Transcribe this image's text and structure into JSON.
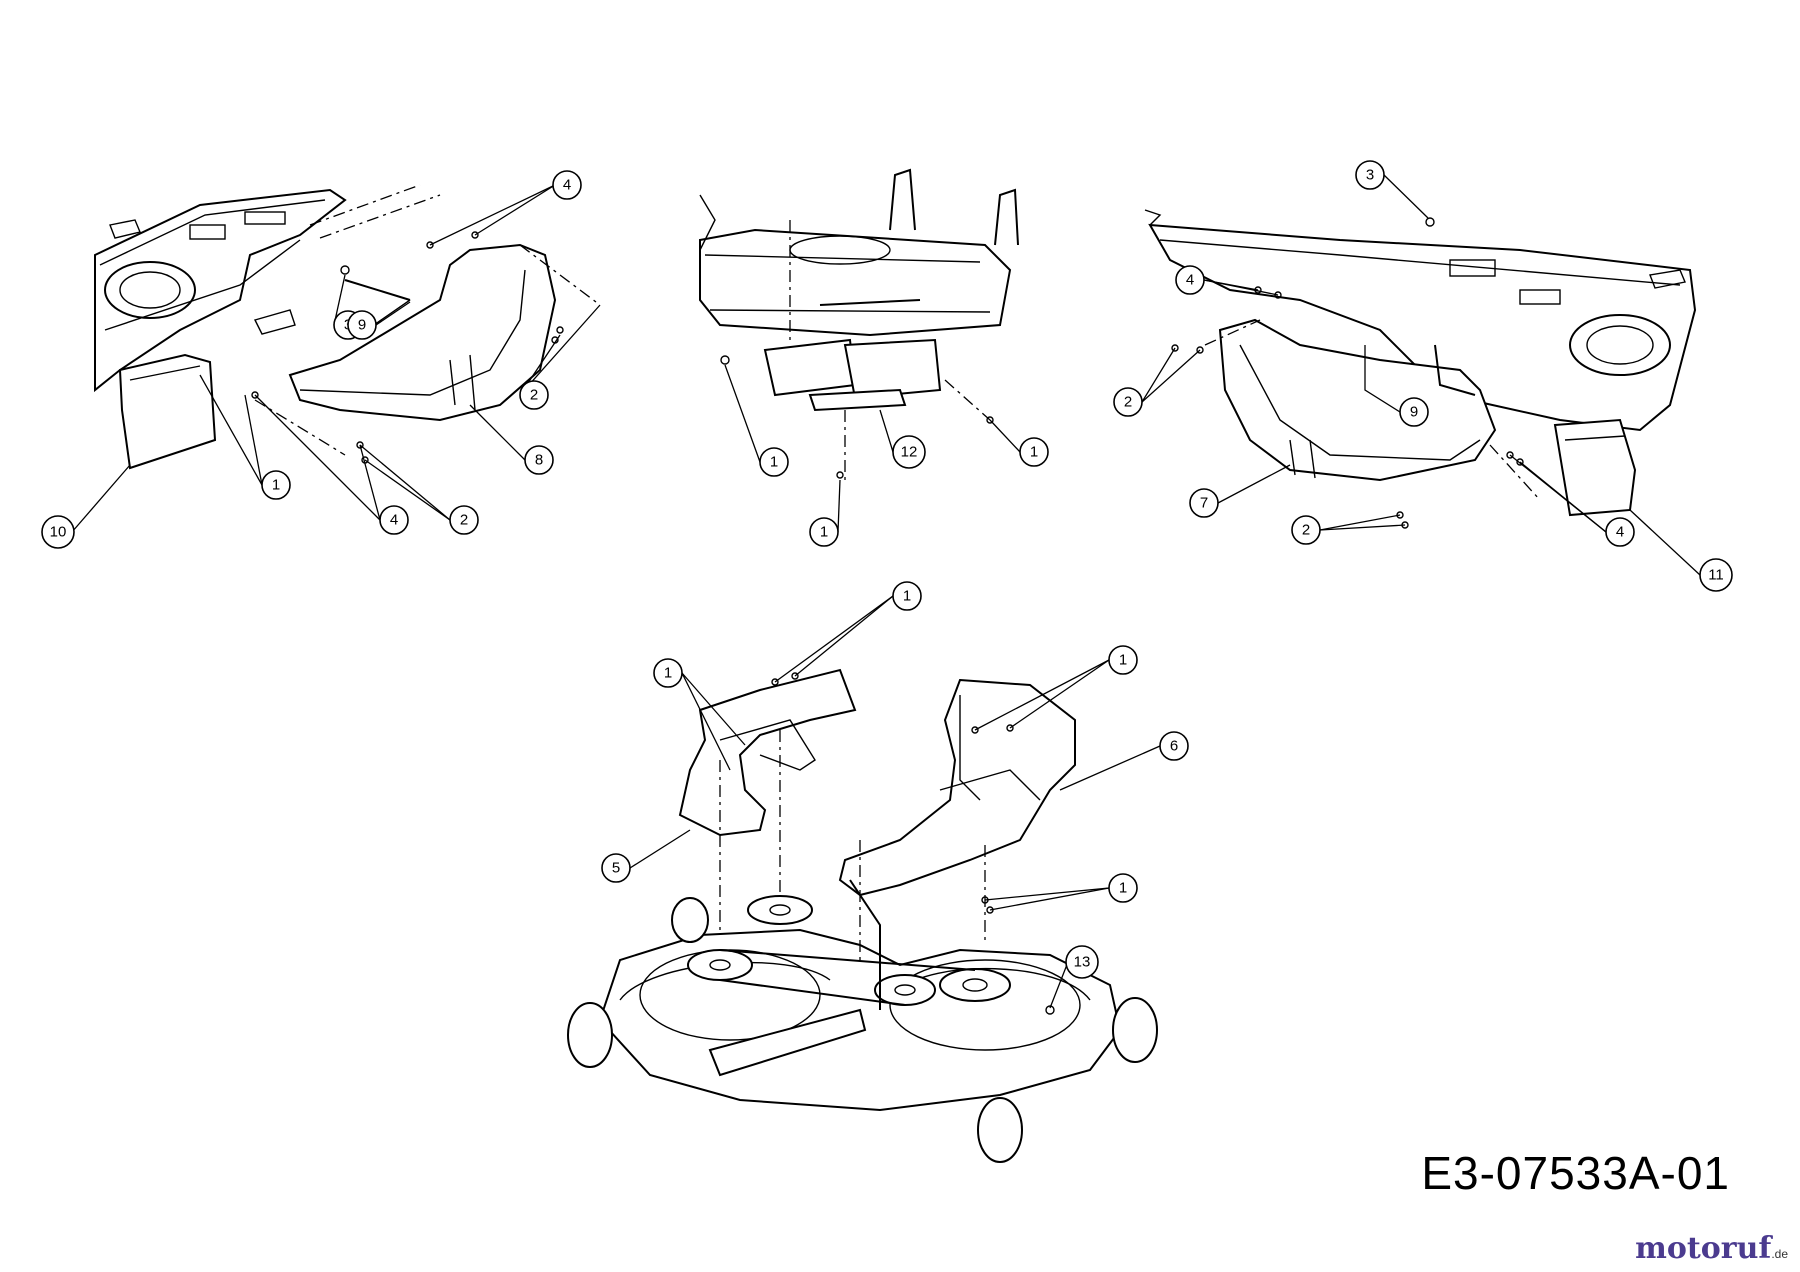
{
  "diagram": {
    "drawing_code": "E3-07533A-01",
    "brand": {
      "name": "motoruf",
      "tld": ".de"
    },
    "callouts": [
      {
        "id": "tl-4a",
        "label": "4"
      },
      {
        "id": "tl-3",
        "label": "3"
      },
      {
        "id": "tl-9",
        "label": "9"
      },
      {
        "id": "tl-2a",
        "label": "2"
      },
      {
        "id": "tl-8",
        "label": "8"
      },
      {
        "id": "tl-1",
        "label": "1"
      },
      {
        "id": "tl-4b",
        "label": "4"
      },
      {
        "id": "tl-2b",
        "label": "2"
      },
      {
        "id": "tl-10",
        "label": "10"
      },
      {
        "id": "tm-1a",
        "label": "1"
      },
      {
        "id": "tm-12",
        "label": "12"
      },
      {
        "id": "tm-1b",
        "label": "1"
      },
      {
        "id": "tm-1c",
        "label": "1"
      },
      {
        "id": "tr-3",
        "label": "3"
      },
      {
        "id": "tr-4a",
        "label": "4"
      },
      {
        "id": "tr-2a",
        "label": "2"
      },
      {
        "id": "tr-9",
        "label": "9"
      },
      {
        "id": "tr-7",
        "label": "7"
      },
      {
        "id": "tr-2b",
        "label": "2"
      },
      {
        "id": "tr-4b",
        "label": "4"
      },
      {
        "id": "tr-11",
        "label": "11"
      },
      {
        "id": "bm-1a",
        "label": "1"
      },
      {
        "id": "bm-1b",
        "label": "1"
      },
      {
        "id": "bm-1c",
        "label": "1"
      },
      {
        "id": "bm-6",
        "label": "6"
      },
      {
        "id": "bm-5",
        "label": "5"
      },
      {
        "id": "bm-1d",
        "label": "1"
      },
      {
        "id": "bm-13",
        "label": "13"
      }
    ]
  }
}
